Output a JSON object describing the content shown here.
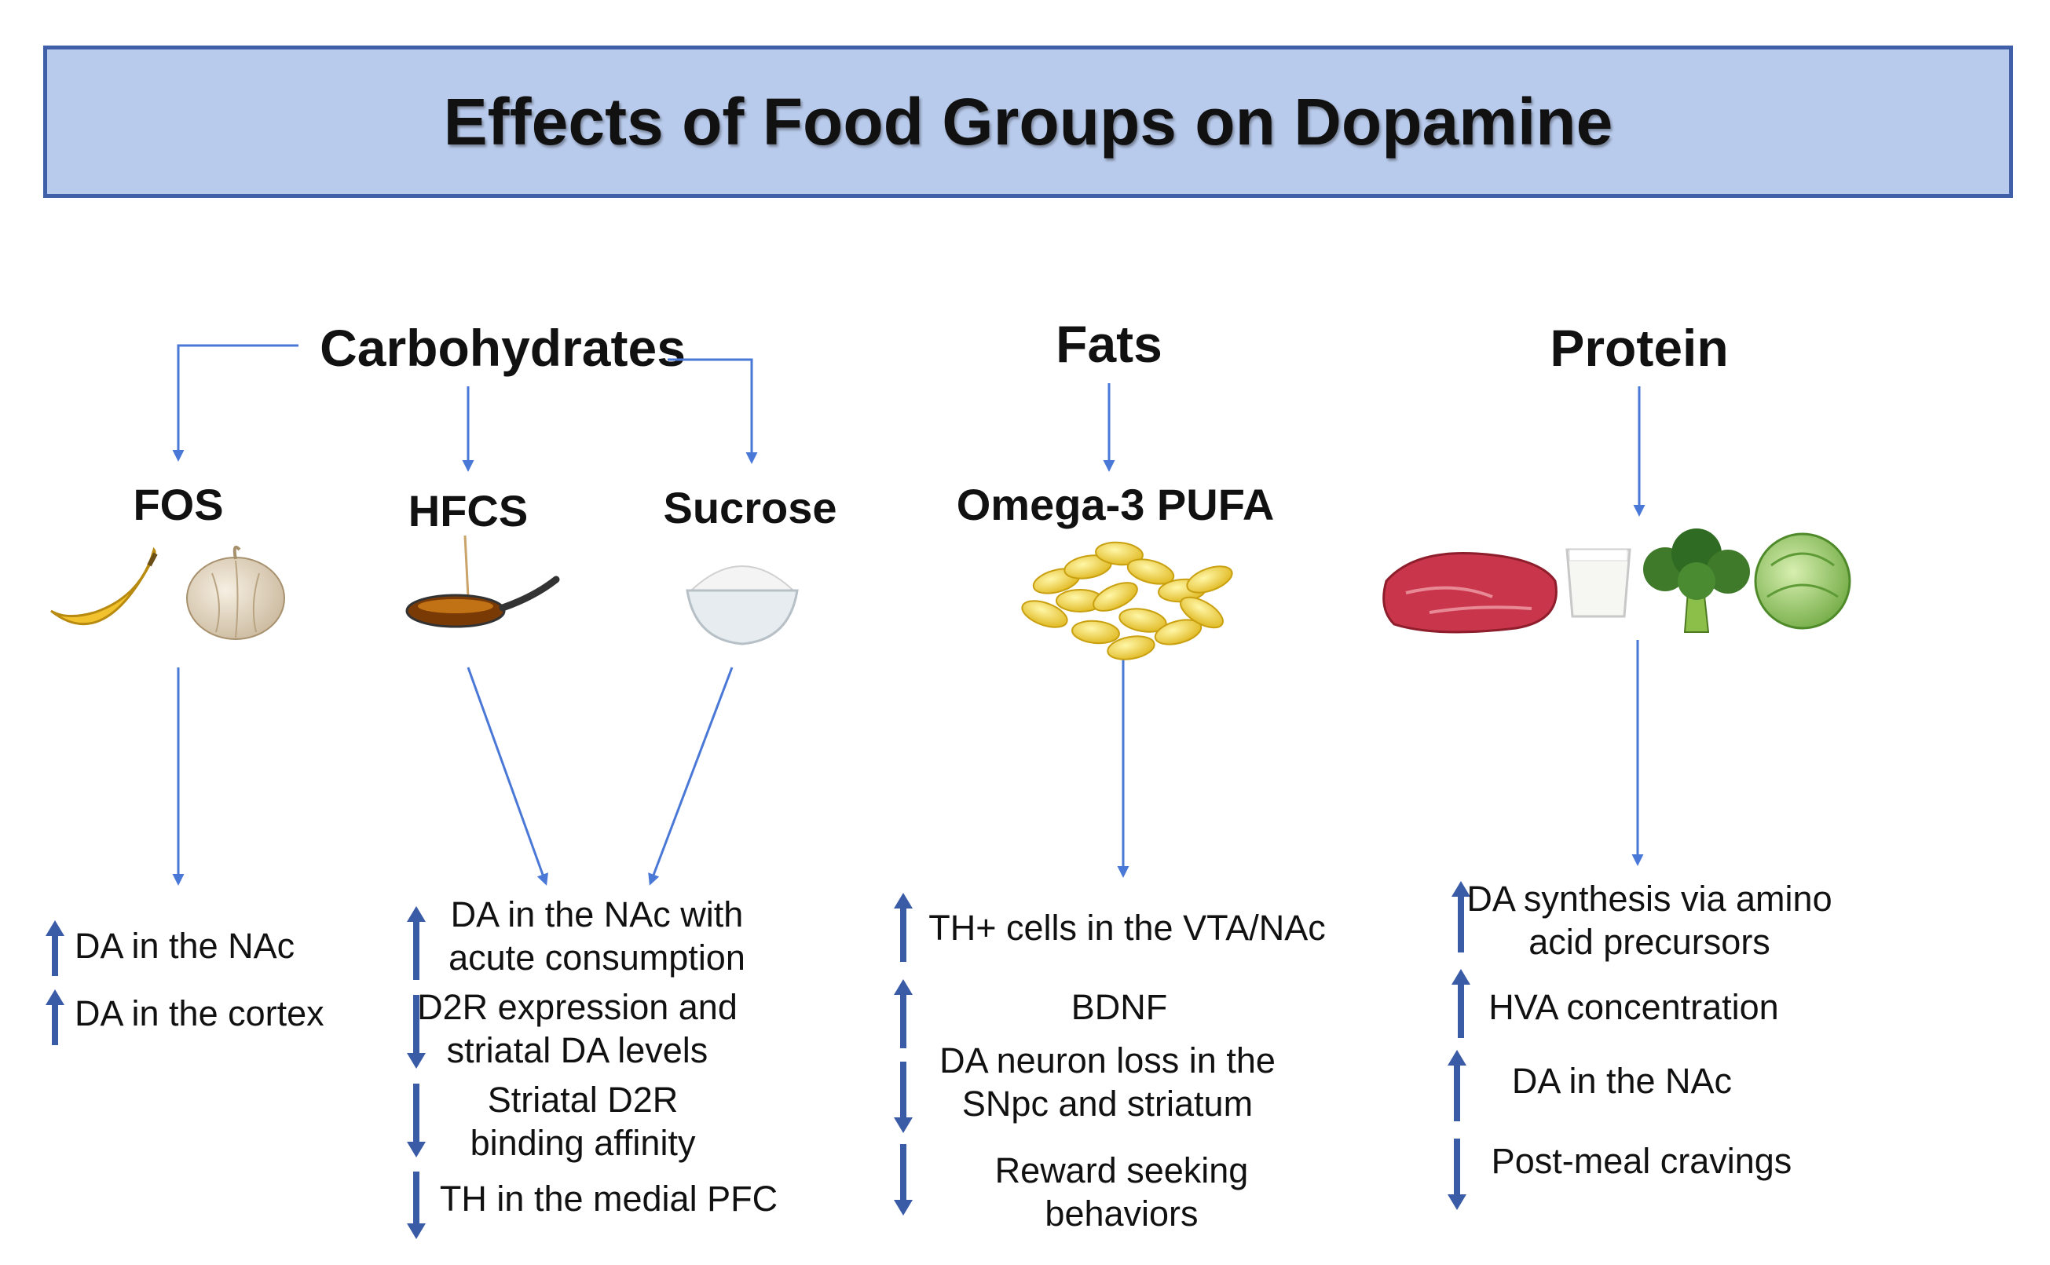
{
  "title": "Effects of Food Groups on Dopamine",
  "groups": {
    "carbohydrates": "Carbohydrates",
    "fats": "Fats",
    "protein": "Protein"
  },
  "foods": {
    "fos": "FOS",
    "hfcs": "HFCS",
    "sucrose": "Sucrose",
    "omega3": "Omega-3 PUFA"
  },
  "effects": {
    "fos": [
      {
        "text": "DA in the NAc",
        "direction": "up"
      },
      {
        "text": "DA in the cortex",
        "direction": "up"
      }
    ],
    "hfcs_sucrose": [
      {
        "text": "DA in the NAc with\nacute consumption",
        "direction": "up"
      },
      {
        "text": "D2R expression and\nstriatal DA levels",
        "direction": "down"
      },
      {
        "text": "Striatal D2R\nbinding affinity",
        "direction": "down"
      },
      {
        "text": "TH in the medial PFC",
        "direction": "down"
      }
    ],
    "omega3": [
      {
        "text": "TH+ cells in the VTA/NAc",
        "direction": "up"
      },
      {
        "text": "BDNF",
        "direction": "up"
      },
      {
        "text": "DA neuron loss in the\nSNpc and striatum",
        "direction": "down"
      },
      {
        "text": "Reward seeking\nbehaviors",
        "direction": "down"
      }
    ],
    "protein": [
      {
        "text": "DA synthesis via amino\nacid precursors",
        "direction": "up"
      },
      {
        "text": "HVA concentration",
        "direction": "up"
      },
      {
        "text": "DA in the NAc",
        "direction": "up"
      },
      {
        "text": "Post-meal cravings",
        "direction": "down"
      }
    ]
  },
  "colors": {
    "title_bg": "#b9cbec",
    "title_border": "#3f5fa8",
    "connector": "#4a78d6",
    "indicator_arrow": "#3a5ba6"
  },
  "images": [
    "banana",
    "garlic",
    "syrup-spoon",
    "sugar-bowl",
    "fish-oil-capsules",
    "red-meat",
    "milk-glass",
    "broccoli",
    "cabbage"
  ]
}
